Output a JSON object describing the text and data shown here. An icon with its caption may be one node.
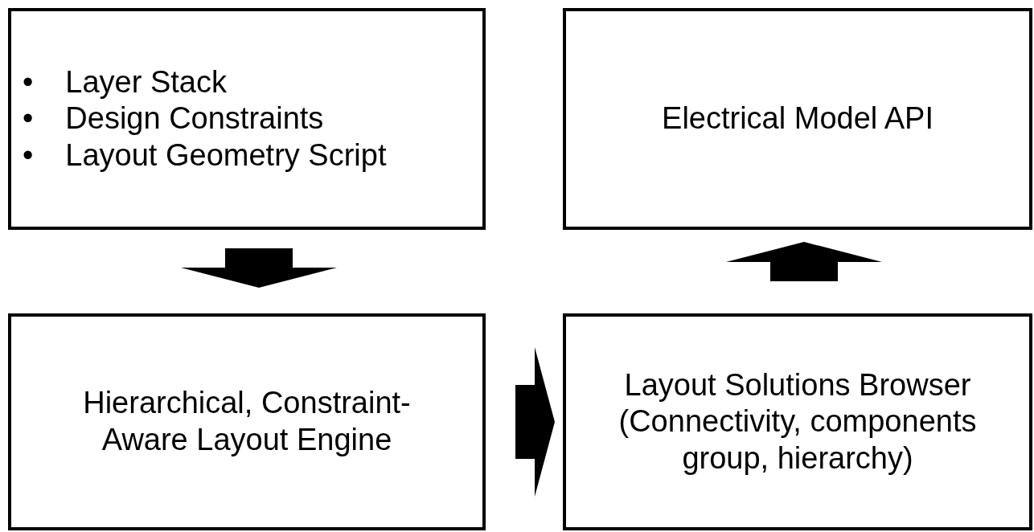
{
  "diagram": {
    "nodes": [
      {
        "text": [
          "•",
          "Layer Stack",
          "•",
          "Design Constraints",
          "•",
          "Layout Geometry Script"
        ]
      },
      {
        "text": [
          "Electrical Model API"
        ]
      },
      {
        "text": [
          "Hierarchical, Constraint-Aware Layout Engine"
        ]
      },
      {
        "text": [
          "Layout Solutions Browser (Connectivity, components group, hierarchy)"
        ]
      }
    ],
    "edges": [
      {
        "from": 0,
        "to": 2,
        "arrow": "to"
      },
      {
        "from": 2,
        "to": 3,
        "arrow": "to"
      },
      {
        "from": 3,
        "to": 1,
        "arrow": "to"
      }
    ]
  }
}
